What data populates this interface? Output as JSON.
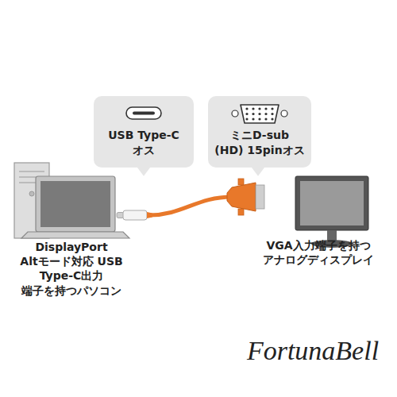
{
  "diagram": {
    "nodes": [
      {
        "text": [
          "USB Type-C オス"
        ]
      },
      {
        "text": [
          "ミニD-sub (HD) 15pinオス"
        ]
      }
    ],
    "labels": [
      "DisplayPort Altモード対応 USB Type-C出力 端子を持つパソコン",
      "VGA入力端子を持つ アナログディスプレイ",
      "FortunaBell"
    ]
  }
}
